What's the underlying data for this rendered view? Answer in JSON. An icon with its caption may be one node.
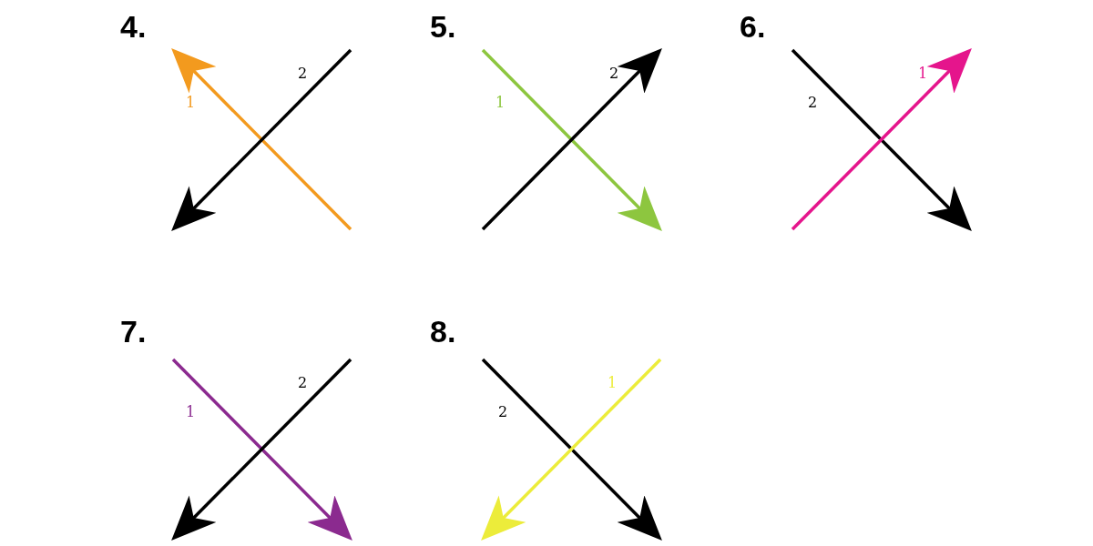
{
  "diagram": {
    "labels": [
      "4.",
      "2",
      "1",
      "5.",
      "2",
      "1",
      "6.",
      "1",
      "2",
      "7.",
      "2",
      "1",
      "8.",
      "1",
      "2"
    ]
  }
}
